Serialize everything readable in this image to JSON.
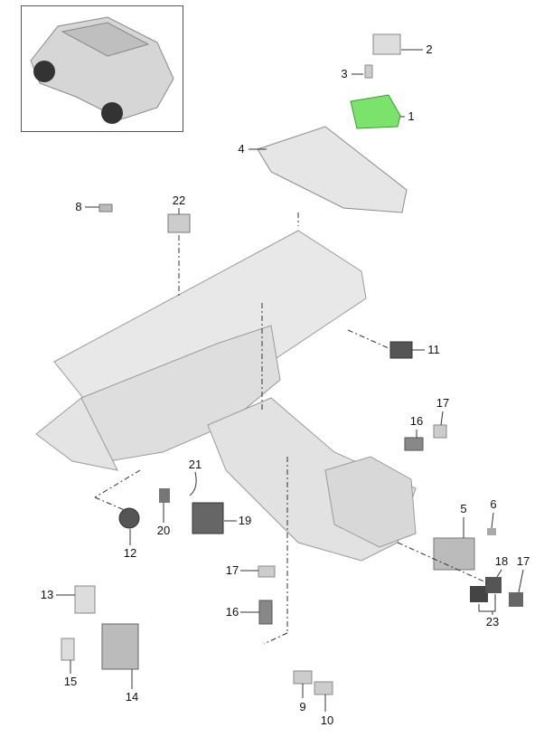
{
  "title": "Parts diagram – instrument panel and center console switches",
  "highlight_color": "#7be36b",
  "callouts": [
    {
      "id": "1",
      "label": "1"
    },
    {
      "id": "2",
      "label": "2"
    },
    {
      "id": "3",
      "label": "3"
    },
    {
      "id": "4",
      "label": "4"
    },
    {
      "id": "5",
      "label": "5"
    },
    {
      "id": "6",
      "label": "6"
    },
    {
      "id": "8",
      "label": "8"
    },
    {
      "id": "9",
      "label": "9"
    },
    {
      "id": "10",
      "label": "10"
    },
    {
      "id": "11",
      "label": "11"
    },
    {
      "id": "12",
      "label": "12"
    },
    {
      "id": "13",
      "label": "13"
    },
    {
      "id": "14",
      "label": "14"
    },
    {
      "id": "15",
      "label": "15"
    },
    {
      "id": "16a",
      "label": "16"
    },
    {
      "id": "16b",
      "label": "16"
    },
    {
      "id": "17a",
      "label": "17"
    },
    {
      "id": "17b",
      "label": "17"
    },
    {
      "id": "17c",
      "label": "17"
    },
    {
      "id": "18",
      "label": "18"
    },
    {
      "id": "19",
      "label": "19"
    },
    {
      "id": "20",
      "label": "20"
    },
    {
      "id": "21",
      "label": "21"
    },
    {
      "id": "22",
      "label": "22"
    },
    {
      "id": "23",
      "label": "23"
    }
  ]
}
